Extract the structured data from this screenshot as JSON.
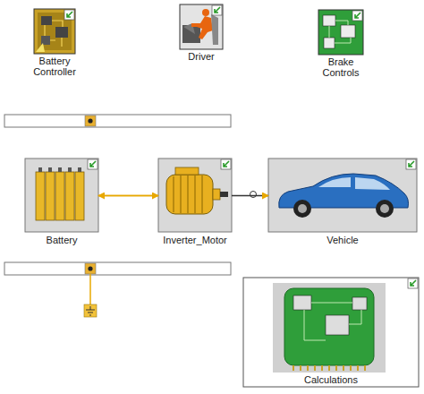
{
  "diagram": {
    "nodes": [
      {
        "text": [
          "Battery Controller"
        ]
      },
      {
        "text": [
          "Driver"
        ]
      },
      {
        "text": [
          "Brake Controls"
        ]
      },
      {
        "text": [
          "Battery"
        ]
      },
      {
        "text": [
          "Inverter_Motor"
        ]
      },
      {
        "text": [
          "Vehicle"
        ]
      },
      {
        "text": [
          "Calculations"
        ]
      }
    ],
    "edges": [
      {
        "from": 3,
        "to": 4,
        "arrow": "to"
      },
      {
        "from": 4,
        "to": 3,
        "arrow": "to"
      },
      {
        "from": 4,
        "to": 5,
        "arrow": "to"
      }
    ]
  }
}
